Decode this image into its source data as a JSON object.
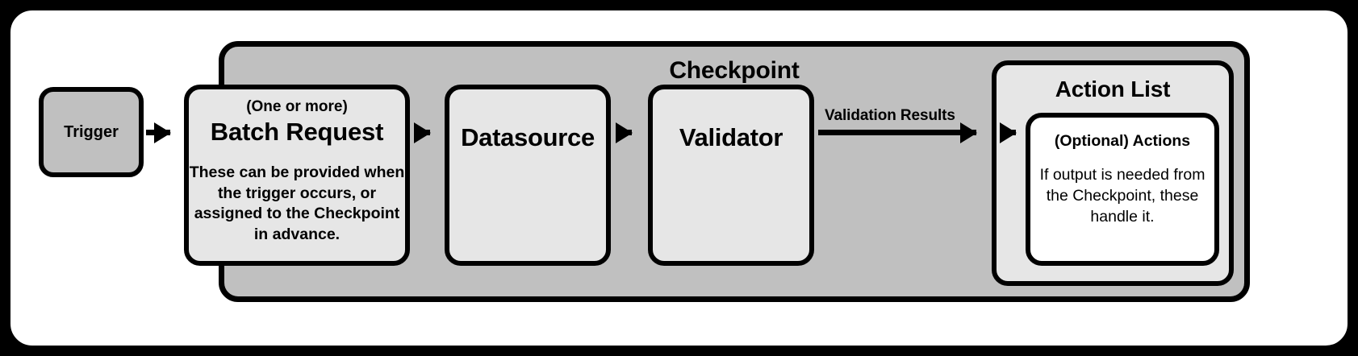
{
  "diagram": {
    "outer_frame": {
      "background": "#ffffff",
      "border_color": "#000000"
    },
    "checkpoint": {
      "title": "Checkpoint",
      "fill": "#c0c0c0"
    },
    "nodes": {
      "trigger": {
        "title": "Trigger",
        "fill": "#c0c0c0"
      },
      "batch_request": {
        "kicker": "(One or more)",
        "title": "Batch Request",
        "body": "These can be provided when the trigger occurs, or assigned to the Checkpoint in advance.",
        "fill": "#e6e6e6"
      },
      "datasource": {
        "title": "Datasource",
        "fill": "#e6e6e6"
      },
      "validator": {
        "title": "Validator",
        "fill": "#e6e6e6"
      },
      "action_list": {
        "title": "Action List",
        "fill": "#e6e6e6",
        "inner": {
          "kicker": "(Optional) Actions",
          "body": "If output is needed from the Checkpoint, these handle it.",
          "fill": "#ffffff"
        }
      }
    },
    "edges": [
      {
        "name": "trigger-to-batch-request",
        "label": ""
      },
      {
        "name": "batch-request-to-datasource",
        "label": ""
      },
      {
        "name": "datasource-to-validator",
        "label": ""
      },
      {
        "name": "validator-to-action-list",
        "label": "Validation Results"
      },
      {
        "name": "action-list-to-actions",
        "label": ""
      }
    ],
    "edge_labels": {
      "validation_results": "Validation Results"
    }
  }
}
